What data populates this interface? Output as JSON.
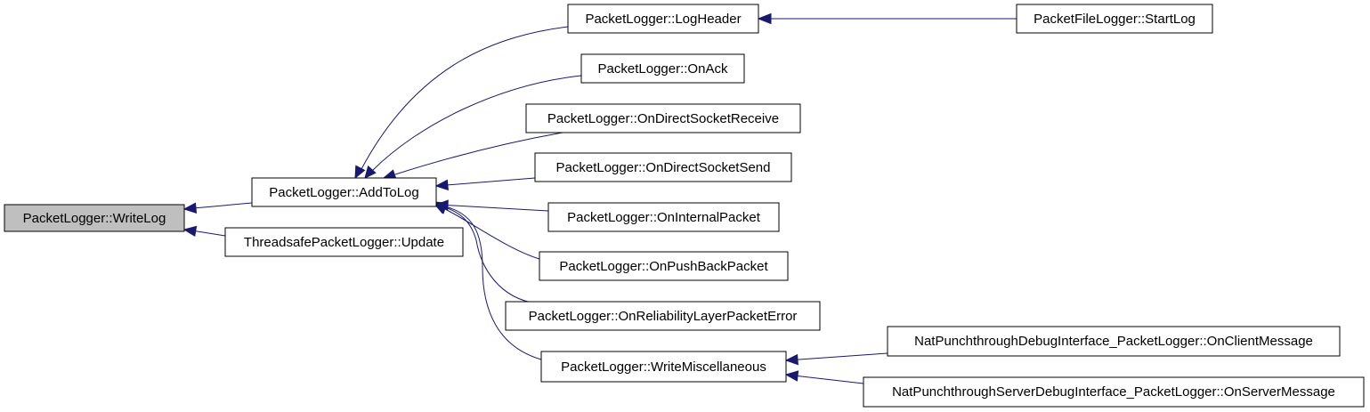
{
  "graph": {
    "kind": "caller-graph",
    "colors": {
      "edge": "#191970",
      "root_fill": "#bfbfbf",
      "node_fill": "#ffffff",
      "node_border": "#000000"
    },
    "nodes": [
      {
        "id": "writelog",
        "label": "PacketLogger::WriteLog",
        "root": true
      },
      {
        "id": "addtolog",
        "label": "PacketLogger::AddToLog"
      },
      {
        "id": "tsupdate",
        "label": "ThreadsafePacketLogger::Update"
      },
      {
        "id": "logheader",
        "label": "PacketLogger::LogHeader"
      },
      {
        "id": "onack",
        "label": "PacketLogger::OnAck"
      },
      {
        "id": "ondirectrecv",
        "label": "PacketLogger::OnDirectSocketReceive"
      },
      {
        "id": "ondirectsend",
        "label": "PacketLogger::OnDirectSocketSend"
      },
      {
        "id": "oninternal",
        "label": "PacketLogger::OnInternalPacket"
      },
      {
        "id": "onpushback",
        "label": "PacketLogger::OnPushBackPacket"
      },
      {
        "id": "onreliability",
        "label": "PacketLogger::OnReliabilityLayerPacketError"
      },
      {
        "id": "writemisc",
        "label": "PacketLogger::WriteMiscellaneous"
      },
      {
        "id": "startlog",
        "label": "PacketFileLogger::StartLog"
      },
      {
        "id": "onclientmsg",
        "label": "NatPunchthroughDebugInterface_PacketLogger::OnClientMessage"
      },
      {
        "id": "onservermsg",
        "label": "NatPunchthroughServerDebugInterface_PacketLogger::OnServerMessage"
      }
    ],
    "edges": [
      {
        "from": "addtolog",
        "to": "writelog"
      },
      {
        "from": "tsupdate",
        "to": "writelog"
      },
      {
        "from": "logheader",
        "to": "addtolog"
      },
      {
        "from": "onack",
        "to": "addtolog"
      },
      {
        "from": "ondirectrecv",
        "to": "addtolog"
      },
      {
        "from": "ondirectsend",
        "to": "addtolog"
      },
      {
        "from": "oninternal",
        "to": "addtolog"
      },
      {
        "from": "onpushback",
        "to": "addtolog"
      },
      {
        "from": "onreliability",
        "to": "addtolog"
      },
      {
        "from": "writemisc",
        "to": "addtolog"
      },
      {
        "from": "startlog",
        "to": "logheader"
      },
      {
        "from": "onclientmsg",
        "to": "writemisc"
      },
      {
        "from": "onservermsg",
        "to": "writemisc"
      }
    ]
  }
}
